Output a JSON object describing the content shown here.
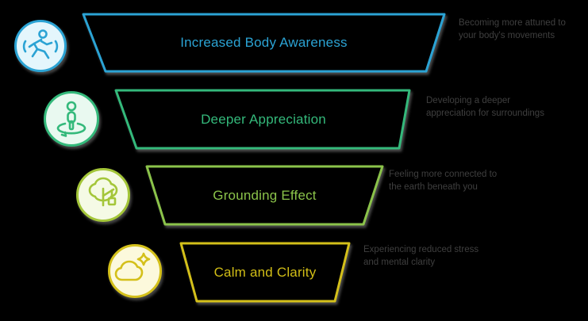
{
  "diagram": {
    "type": "funnel",
    "background_color": "#000000",
    "description_text_color": "#3F3F3F",
    "rows": [
      {
        "title": "Increased Body Awareness",
        "icon": "running-person-icon",
        "accent_color": "#2BA3D4",
        "fill_color": "#E4F6FC",
        "desc_line1": "Becoming more attuned to",
        "desc_line2": "your body's movements"
      },
      {
        "title": "Deeper Appreciation",
        "icon": "person-rotation-icon",
        "accent_color": "#34B97B",
        "fill_color": "#E9F9F0",
        "desc_line1": "Developing a deeper",
        "desc_line2": "appreciation for surroundings"
      },
      {
        "title": "Grounding Effect",
        "icon": "tree-icon",
        "accent_color": "#8BC34A",
        "fill_color": "#F3FADF",
        "desc_line1": "Feeling more connected to",
        "desc_line2": "the earth beneath you"
      },
      {
        "title": "Calm and Clarity",
        "icon": "cloud-sparkle-icon",
        "accent_color": "#D4C01A",
        "fill_color": "#FCF9DC",
        "desc_line1": "Experiencing reduced stress",
        "desc_line2": "and mental clarity"
      }
    ]
  }
}
